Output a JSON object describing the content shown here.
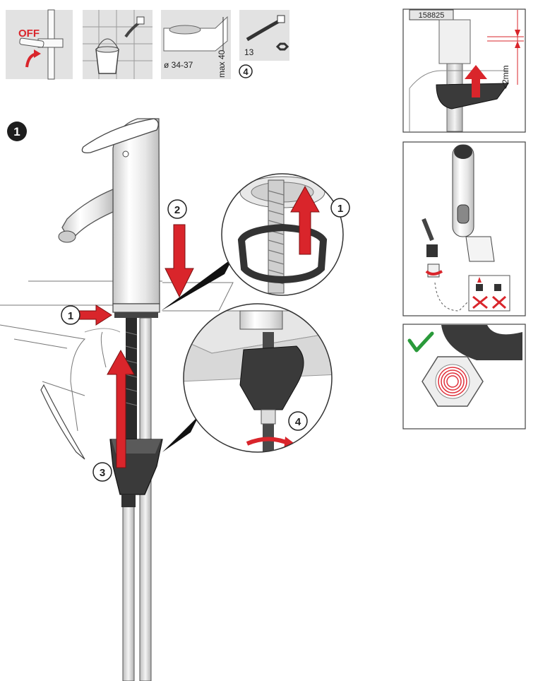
{
  "top_icons": {
    "shutoff_label": "OFF",
    "mount_hole_label": "ø 34-37",
    "max_thickness_label": "max 40",
    "wrench_size_label": "13",
    "wrench_step_number": "4"
  },
  "step": {
    "number": "1",
    "callouts": [
      "1",
      "2",
      "3",
      "1",
      "4"
    ]
  },
  "side_panels": {
    "product_code": "158825",
    "gap_label": "<2mm"
  },
  "colors": {
    "arrow_red": "#d9252b",
    "check_green": "#2a9a3a",
    "thread_red": "#e0303a",
    "panel_grey": "#e2e2e2",
    "dark_part": "#3a3a3a"
  }
}
